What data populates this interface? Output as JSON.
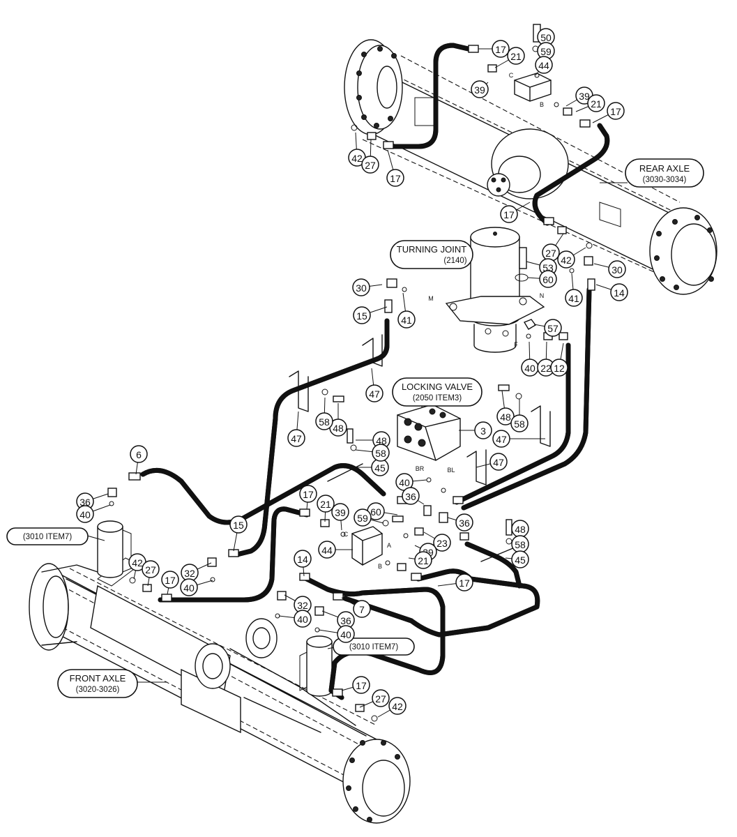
{
  "callouts": {
    "rear_axle": {
      "line1": "REAR AXLE",
      "line2": "(3030-3034)"
    },
    "turning_joint": {
      "line1": "TURNING JOINT",
      "line2": "(2140)"
    },
    "locking_valve": {
      "line1": "LOCKING VALVE",
      "line2": "(2050 ITEM3)"
    },
    "item7_left": {
      "line1": "(3010 ITEM7)"
    },
    "item7_right": {
      "line1": "(3010 ITEM7)"
    },
    "front_axle": {
      "line1": "FRONT AXLE",
      "line2": "(3020-3026)"
    }
  },
  "ports": [
    "C",
    "B",
    "M",
    "N",
    "F",
    "BR",
    "BL",
    "C",
    "A",
    "B"
  ],
  "part_numbers": [
    "50",
    "59",
    "44",
    "17",
    "21",
    "39",
    "39",
    "21",
    "17",
    "42",
    "27",
    "17",
    "17",
    "27",
    "42",
    "53",
    "60",
    "30",
    "41",
    "14",
    "30",
    "41",
    "15",
    "57",
    "40",
    "22",
    "12",
    "47",
    "48",
    "58",
    "47",
    "48",
    "58",
    "45",
    "3",
    "48",
    "58",
    "47",
    "47",
    "6",
    "36",
    "40",
    "15",
    "40",
    "36",
    "17",
    "21",
    "39",
    "60",
    "59",
    "36",
    "23",
    "39",
    "21",
    "44",
    "42",
    "27",
    "17",
    "32",
    "40",
    "14",
    "48",
    "58",
    "45",
    "17",
    "7",
    "32",
    "40",
    "36",
    "40",
    "17",
    "27",
    "42"
  ]
}
